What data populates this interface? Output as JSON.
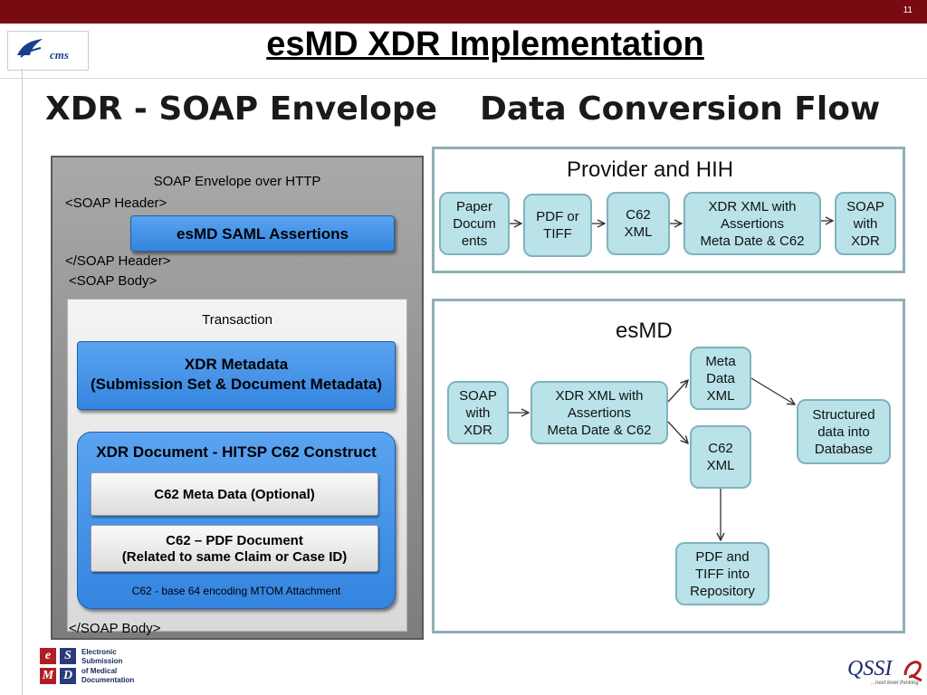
{
  "header": {
    "page_number": "11",
    "title": "esMD XDR Implementation",
    "logo_text": "cms"
  },
  "left_section": {
    "heading": "XDR - SOAP Envelope",
    "envelope_title": "SOAP Envelope over HTTP",
    "soap_header_open": "<SOAP Header>",
    "saml_box": "esMD SAML Assertions",
    "soap_header_close": "</SOAP Header>",
    "soap_body_open": "<SOAP Body>",
    "transaction_label": "Transaction",
    "xdr_metadata_line1": "XDR Metadata",
    "xdr_metadata_line2": "(Submission Set & Document Metadata)",
    "xdr_document_title": "XDR Document - HITSP C62 Construct",
    "c62_meta": "C62 Meta Data (Optional)",
    "c62_pdf_line1": "C62 – PDF Document",
    "c62_pdf_line2": "(Related to same Claim or Case ID)",
    "base64_note": "C62 - base 64 encoding MTOM Attachment",
    "soap_body_close": "</SOAP Body>"
  },
  "right_section": {
    "heading": "Data Conversion Flow",
    "provider_panel": {
      "title": "Provider and HIH",
      "nodes": [
        "Paper\nDocum\nents",
        "PDF or\nTIFF",
        "C62\nXML",
        "XDR XML with\nAssertions\nMeta Date & C62",
        "SOAP\nwith\nXDR"
      ]
    },
    "esmd_panel": {
      "title": "esMD",
      "nodes": {
        "soap": "SOAP\nwith\nXDR",
        "xdr": "XDR XML with\nAssertions\nMeta Date & C62",
        "meta": "Meta\nData\nXML",
        "c62": "C62\nXML",
        "structured": "Structured\ndata into\nDatabase",
        "repository": "PDF and\nTIFF into\nRepository"
      }
    }
  },
  "footer": {
    "esmd_letters": [
      "e",
      "S",
      "M",
      "D"
    ],
    "esmd_words": [
      "Electronic",
      "Submission",
      "of Medical",
      "Documentation"
    ],
    "qssi_text": "QSSI",
    "qssi_tagline": "...next level thinking"
  },
  "colors": {
    "topbar": "#7a0a12",
    "node_fill": "#b9e3e8",
    "node_border": "#7fb3bd",
    "blue_box": "#3f8fe6",
    "envelope_grey": "#8e8e8e"
  }
}
